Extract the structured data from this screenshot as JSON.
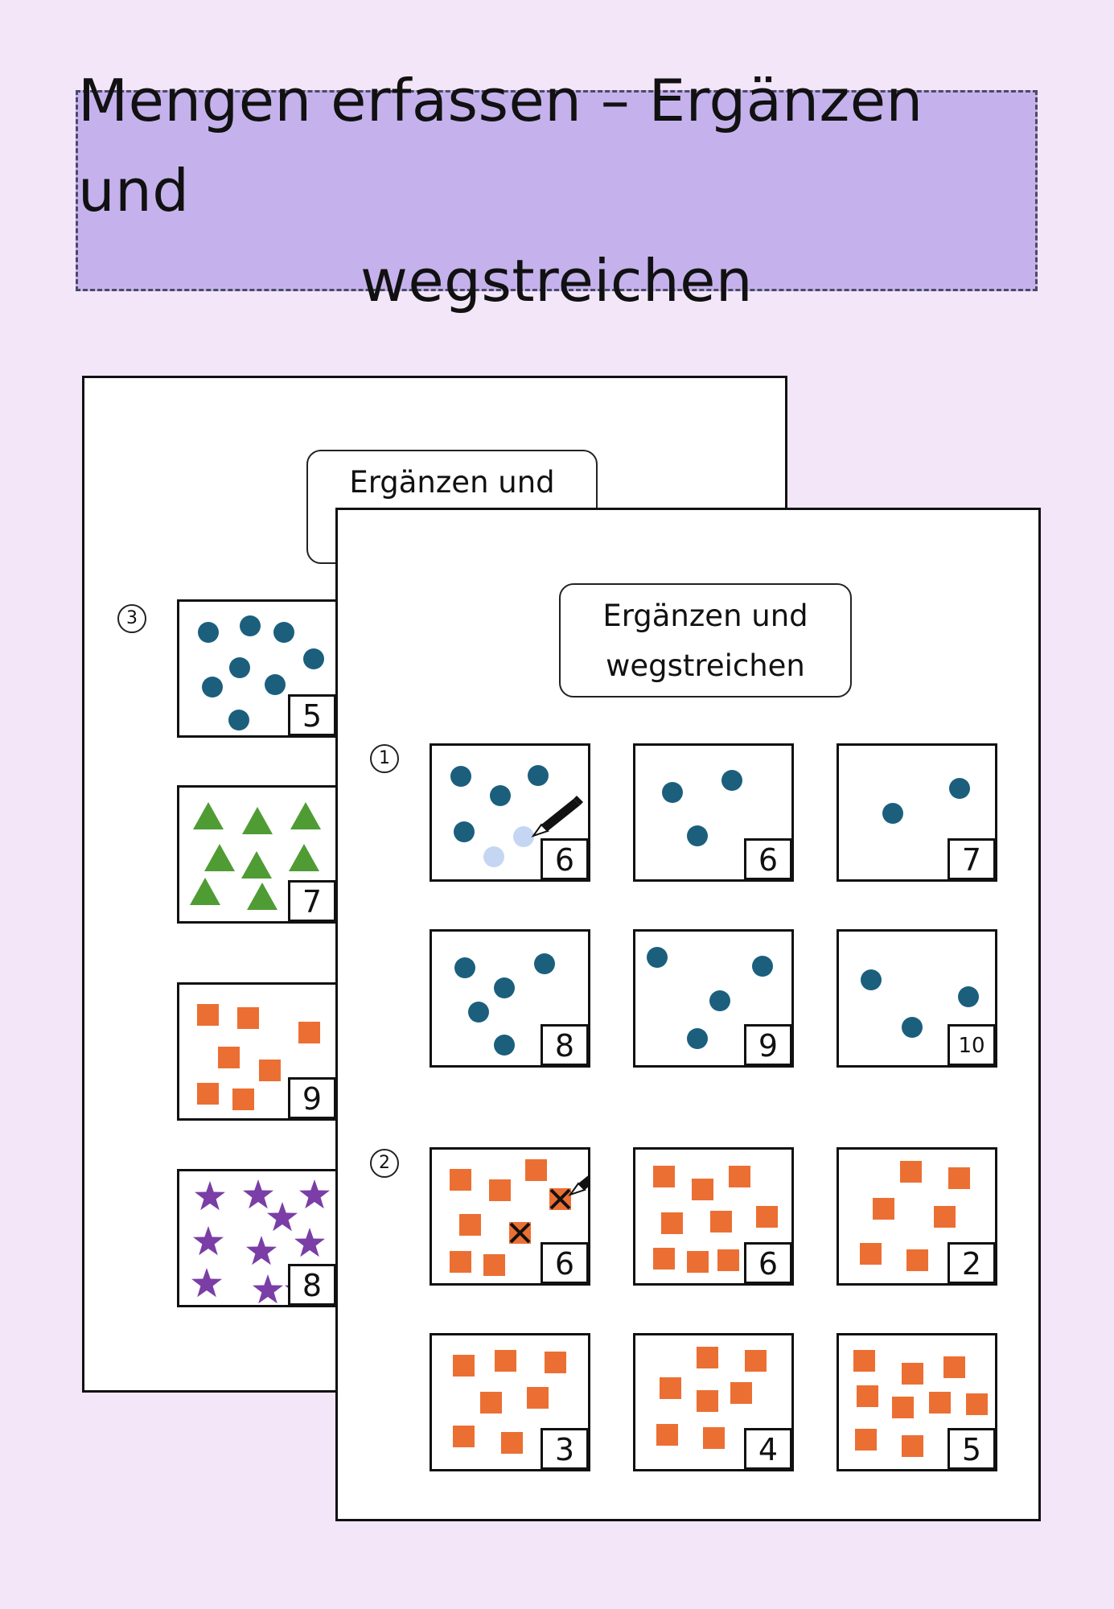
{
  "banner": {
    "line1": "Mengen erfassen – Ergänzen und",
    "line2": "wegstreichen"
  },
  "colors": {
    "dot": "#1b5f7d",
    "dot_ghost": "#c5d6f3",
    "triangle": "#4f9c34",
    "square": "#eb6f33",
    "star": "#7a3ea6",
    "cross": "#111111"
  },
  "back_sheet": {
    "title_line1": "Ergänzen und",
    "exercise_number": "3",
    "cards": [
      {
        "target": "5",
        "shape": "dot",
        "count": 8
      },
      {
        "target": "7",
        "shape": "triangle",
        "count": 9
      },
      {
        "target": "9",
        "shape": "square",
        "count": 7
      },
      {
        "target": "8",
        "shape": "star",
        "count": 10
      }
    ]
  },
  "front_sheet": {
    "title_line1": "Ergänzen und",
    "title_line2": "wegstreichen",
    "exercise1": {
      "number": "1",
      "cards": [
        {
          "target": "6",
          "shape": "dot",
          "count": 4,
          "added": 2,
          "example": true
        },
        {
          "target": "6",
          "shape": "dot",
          "count": 3
        },
        {
          "target": "7",
          "shape": "dot",
          "count": 2
        },
        {
          "target": "8",
          "shape": "dot",
          "count": 5
        },
        {
          "target": "9",
          "shape": "dot",
          "count": 4
        },
        {
          "target": "10",
          "shape": "dot",
          "count": 3
        }
      ]
    },
    "exercise2": {
      "number": "2",
      "cards": [
        {
          "target": "6",
          "shape": "square",
          "count": 8,
          "crossed": 2,
          "example": true
        },
        {
          "target": "6",
          "shape": "square",
          "count": 10
        },
        {
          "target": "2",
          "shape": "square",
          "count": 6
        },
        {
          "target": "3",
          "shape": "square",
          "count": 8
        },
        {
          "target": "4",
          "shape": "square",
          "count": 8
        },
        {
          "target": "5",
          "shape": "square",
          "count": 10
        }
      ]
    }
  }
}
